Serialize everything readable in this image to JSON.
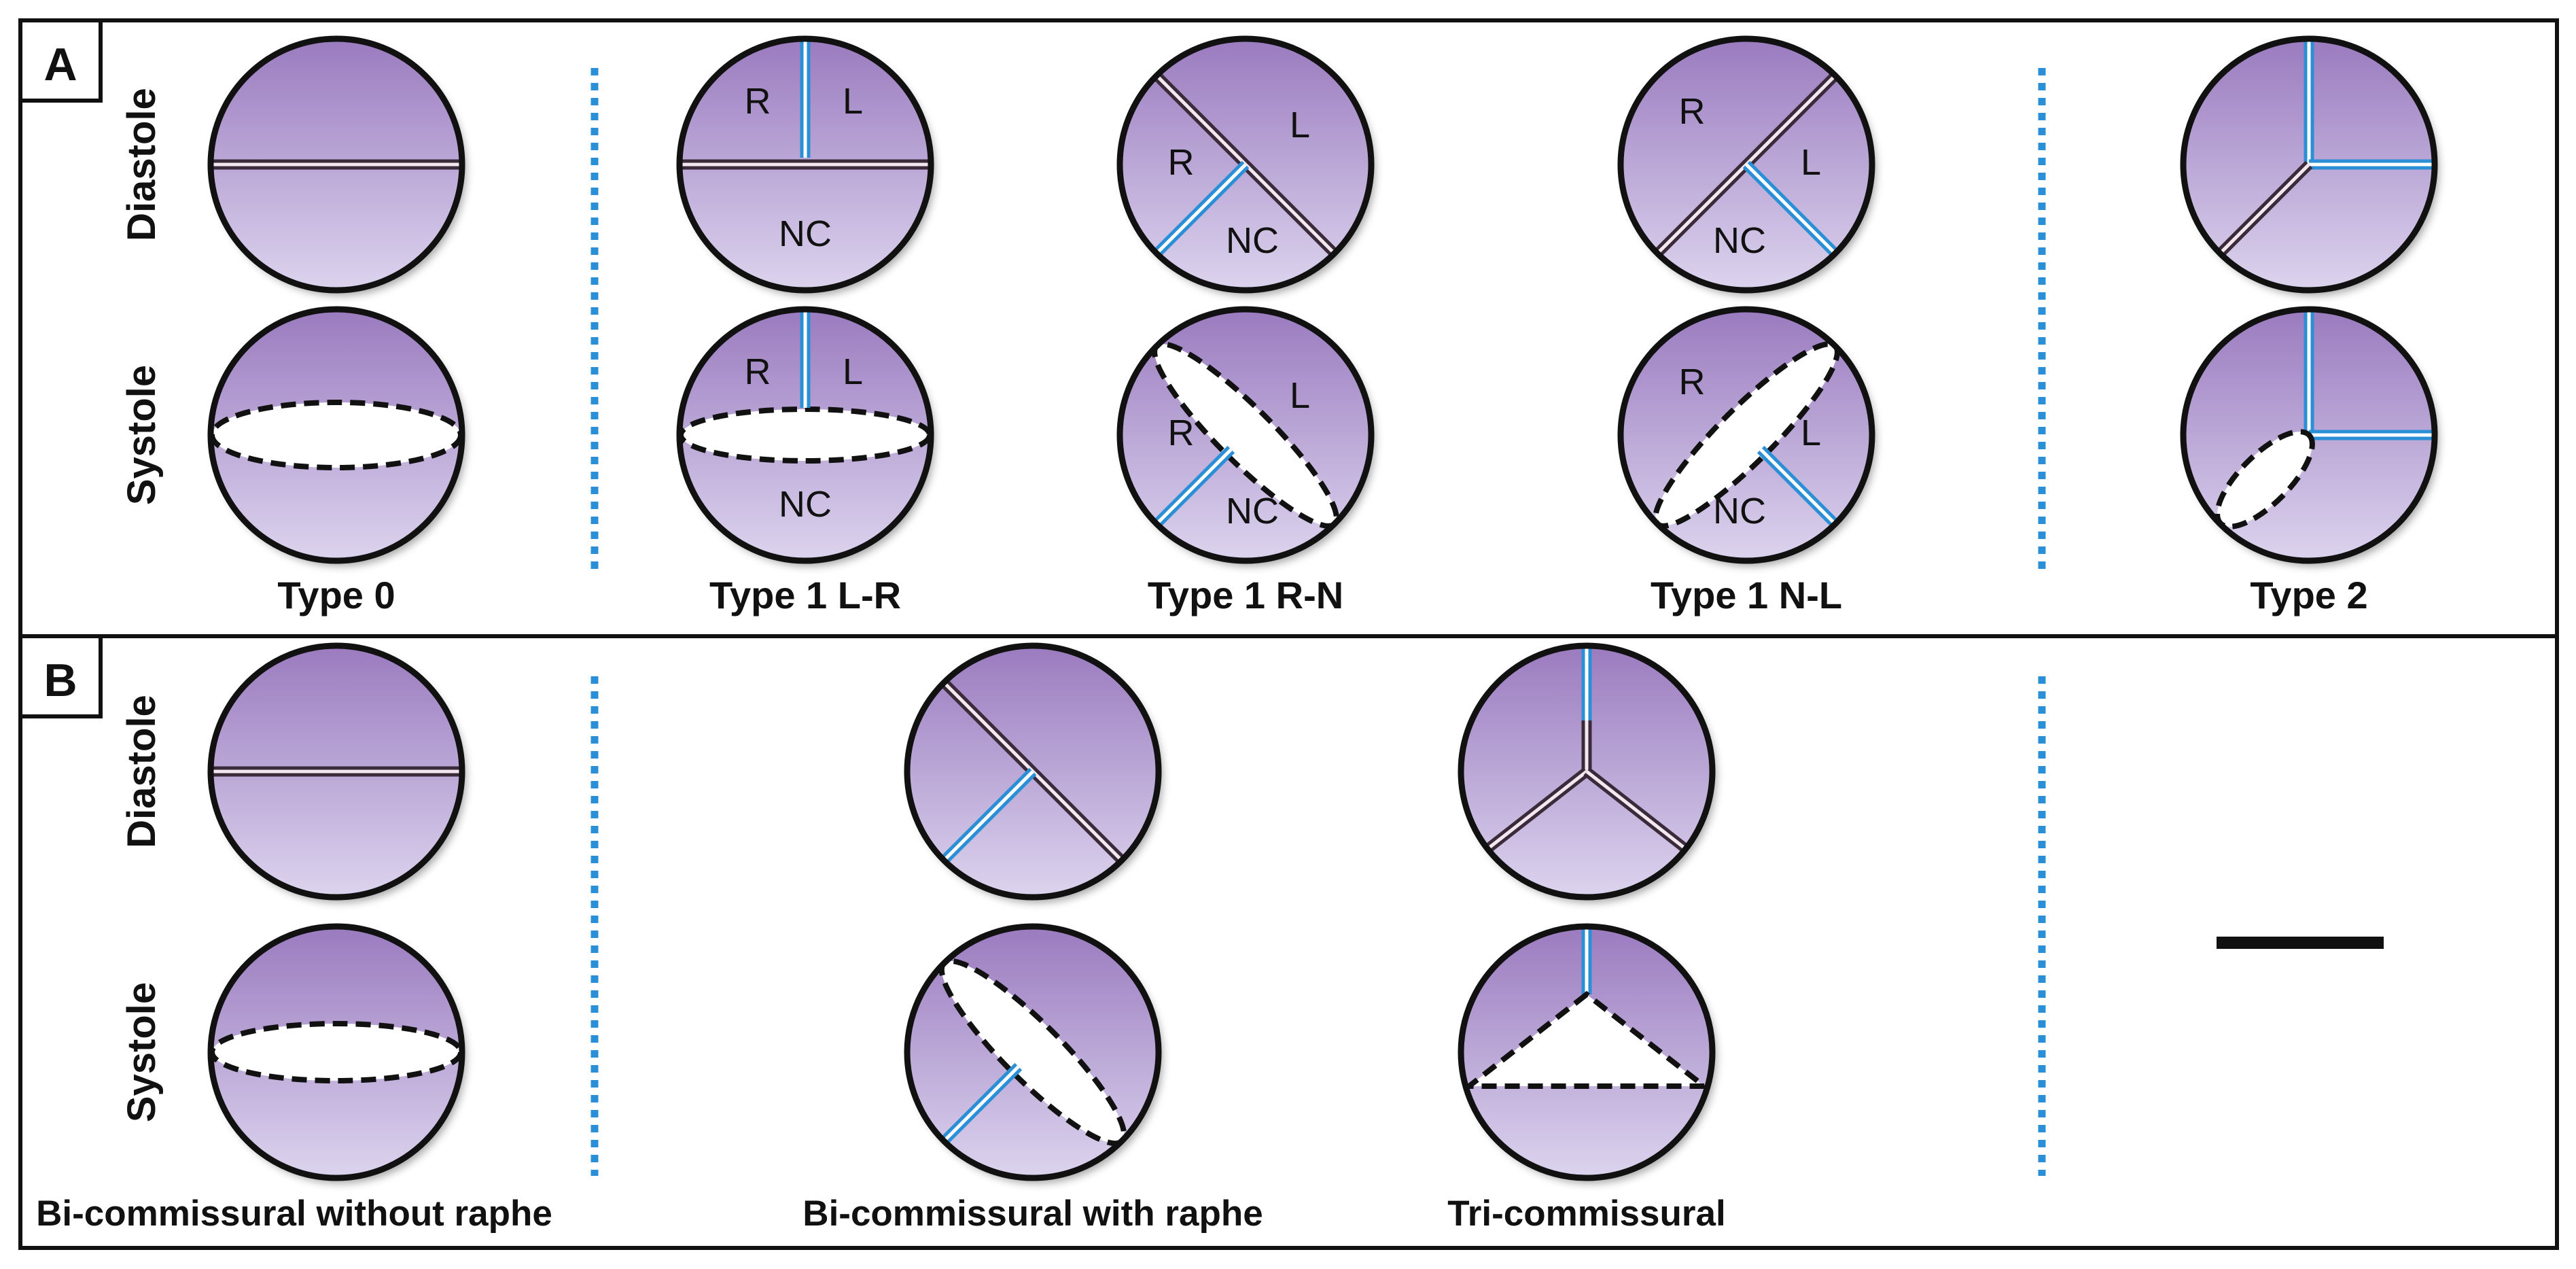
{
  "panels": [
    {
      "letter": "A",
      "row_labels": [
        "Diastole",
        "Systole"
      ],
      "columns": [
        {
          "label": "Type 0",
          "kind": "type0"
        },
        {
          "label": "Type 1 L-R",
          "kind": "lr",
          "leaflets": {
            "left": "R",
            "right": "L",
            "bottom": "NC"
          }
        },
        {
          "label": "Type 1 R-N",
          "kind": "rn",
          "leaflets": {
            "top": "L",
            "left": "R",
            "bottom": "NC"
          }
        },
        {
          "label": "Type 1 N-L",
          "kind": "nl",
          "leaflets": {
            "top": "R",
            "right": "L",
            "bottom": "NC"
          }
        },
        {
          "label": "Type 2",
          "kind": "type2"
        }
      ]
    },
    {
      "letter": "B",
      "row_labels": [
        "Diastole",
        "Systole"
      ],
      "columns": [
        {
          "label": "Bi-commissural without raphe",
          "kind": "bi-no-raphe"
        },
        {
          "label": "Bi-commissural with raphe",
          "kind": "bi-raphe"
        },
        {
          "label": "Tri-commissural",
          "kind": "tri"
        }
      ]
    }
  ],
  "colors": {
    "leaflet_top": "#9a7bbf",
    "leaflet_bottom": "#dcd4ee",
    "raphe": "#2a8fd6",
    "commissure": "#3a2a3a",
    "divider": "#2a8fd6",
    "outline": "#111111"
  }
}
